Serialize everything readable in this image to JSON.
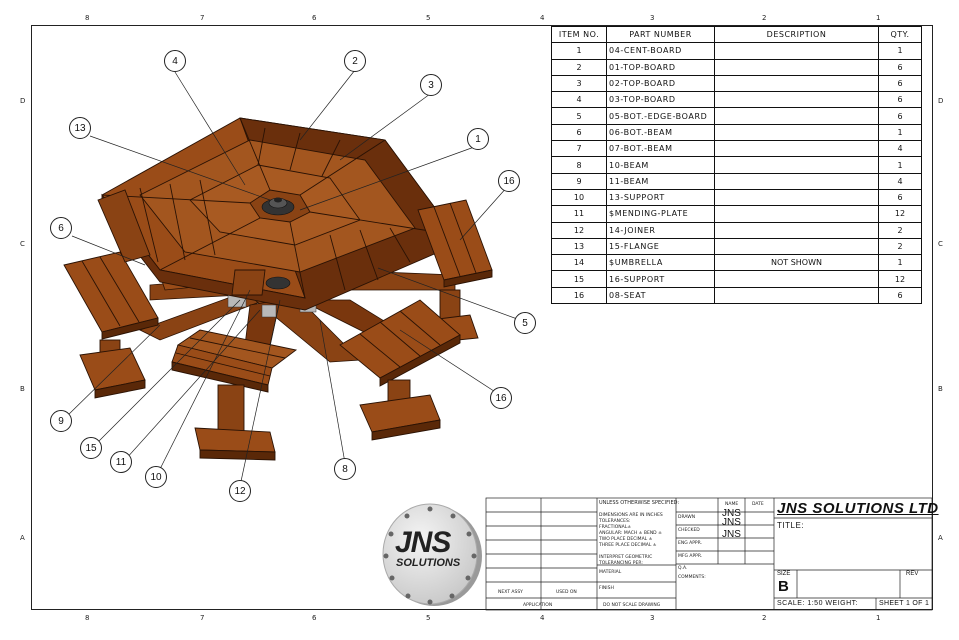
{
  "zones": {
    "top": [
      "8",
      "7",
      "6",
      "5",
      "4",
      "3",
      "2",
      "1"
    ],
    "bottom": [
      "8",
      "7",
      "6",
      "5",
      "4",
      "3",
      "2",
      "1"
    ],
    "left": [
      "D",
      "C",
      "B",
      "A"
    ],
    "right": [
      "D",
      "C",
      "B",
      "A"
    ]
  },
  "bom": {
    "headers": [
      "ITEM NO.",
      "PART NUMBER",
      "DESCRIPTION",
      "QTY."
    ],
    "rows": [
      [
        "1",
        "04-CENT-BOARD",
        "",
        "1"
      ],
      [
        "2",
        "01-TOP-BOARD",
        "",
        "6"
      ],
      [
        "3",
        "02-TOP-BOARD",
        "",
        "6"
      ],
      [
        "4",
        "03-TOP-BOARD",
        "",
        "6"
      ],
      [
        "5",
        "05-BOT.-EDGE-BOARD",
        "",
        "6"
      ],
      [
        "6",
        "06-BOT.-BEAM",
        "",
        "1"
      ],
      [
        "7",
        "07-BOT.-BEAM",
        "",
        "4"
      ],
      [
        "8",
        "10-BEAM",
        "",
        "1"
      ],
      [
        "9",
        "11-BEAM",
        "",
        "4"
      ],
      [
        "10",
        "13-SUPPORT",
        "",
        "6"
      ],
      [
        "11",
        "$MENDING-PLATE",
        "",
        "12"
      ],
      [
        "12",
        "14-JOINER",
        "",
        "2"
      ],
      [
        "13",
        "15-FLANGE",
        "",
        "2"
      ],
      [
        "14",
        "$UMBRELLA",
        "NOT SHOWN",
        "1"
      ],
      [
        "15",
        "16-SUPPORT",
        "",
        "12"
      ],
      [
        "16",
        "08-SEAT",
        "",
        "6"
      ]
    ]
  },
  "balloons": [
    "4",
    "2",
    "3",
    "13",
    "1",
    "16",
    "6",
    "5",
    "16",
    "9",
    "15",
    "11",
    "10",
    "12",
    "8"
  ],
  "logo": {
    "line1": "JNS",
    "line2": "SOLUTIONS"
  },
  "titleblock": {
    "company": "JNS SOLUTIONS LTD",
    "unless": "UNLESS OTHERWISE SPECIFIED:",
    "dims": "DIMENSIONS ARE IN INCHES",
    "tol": "TOLERANCES:",
    "frac": "FRACTIONAL±",
    "angular": "ANGULAR: MACH ±  BEND ±",
    "twoplace": "TWO PLACE DECIMAL   ±",
    "threeplace": "THREE PLACE DECIMAL  ±",
    "interp": "INTERPRET GEOMETRIC",
    "toler": "TOLERANCING PER:",
    "material": "MATERIAL",
    "finish": "FINISH",
    "nextassy": "NEXT ASSY",
    "usedon": "USED ON",
    "application": "APPLICATION",
    "donot": "DO NOT SCALE DRAWING",
    "name": "NAME",
    "date": "DATE",
    "drawn": "DRAWN",
    "checked": "CHECKED",
    "engappr": "ENG APPR.",
    "mfgappr": "MFG APPR.",
    "qa": "Q.A.",
    "comments": "COMMENTS:",
    "drawn_name": "JNS",
    "checked_name": "JNS",
    "eng_name": "JNS",
    "title": "TITLE:",
    "size_label": "SIZE",
    "size": "B",
    "rev": "REV",
    "scale": "SCALE: 1:50 WEIGHT:",
    "sheet": "SHEET 1 OF 1"
  }
}
